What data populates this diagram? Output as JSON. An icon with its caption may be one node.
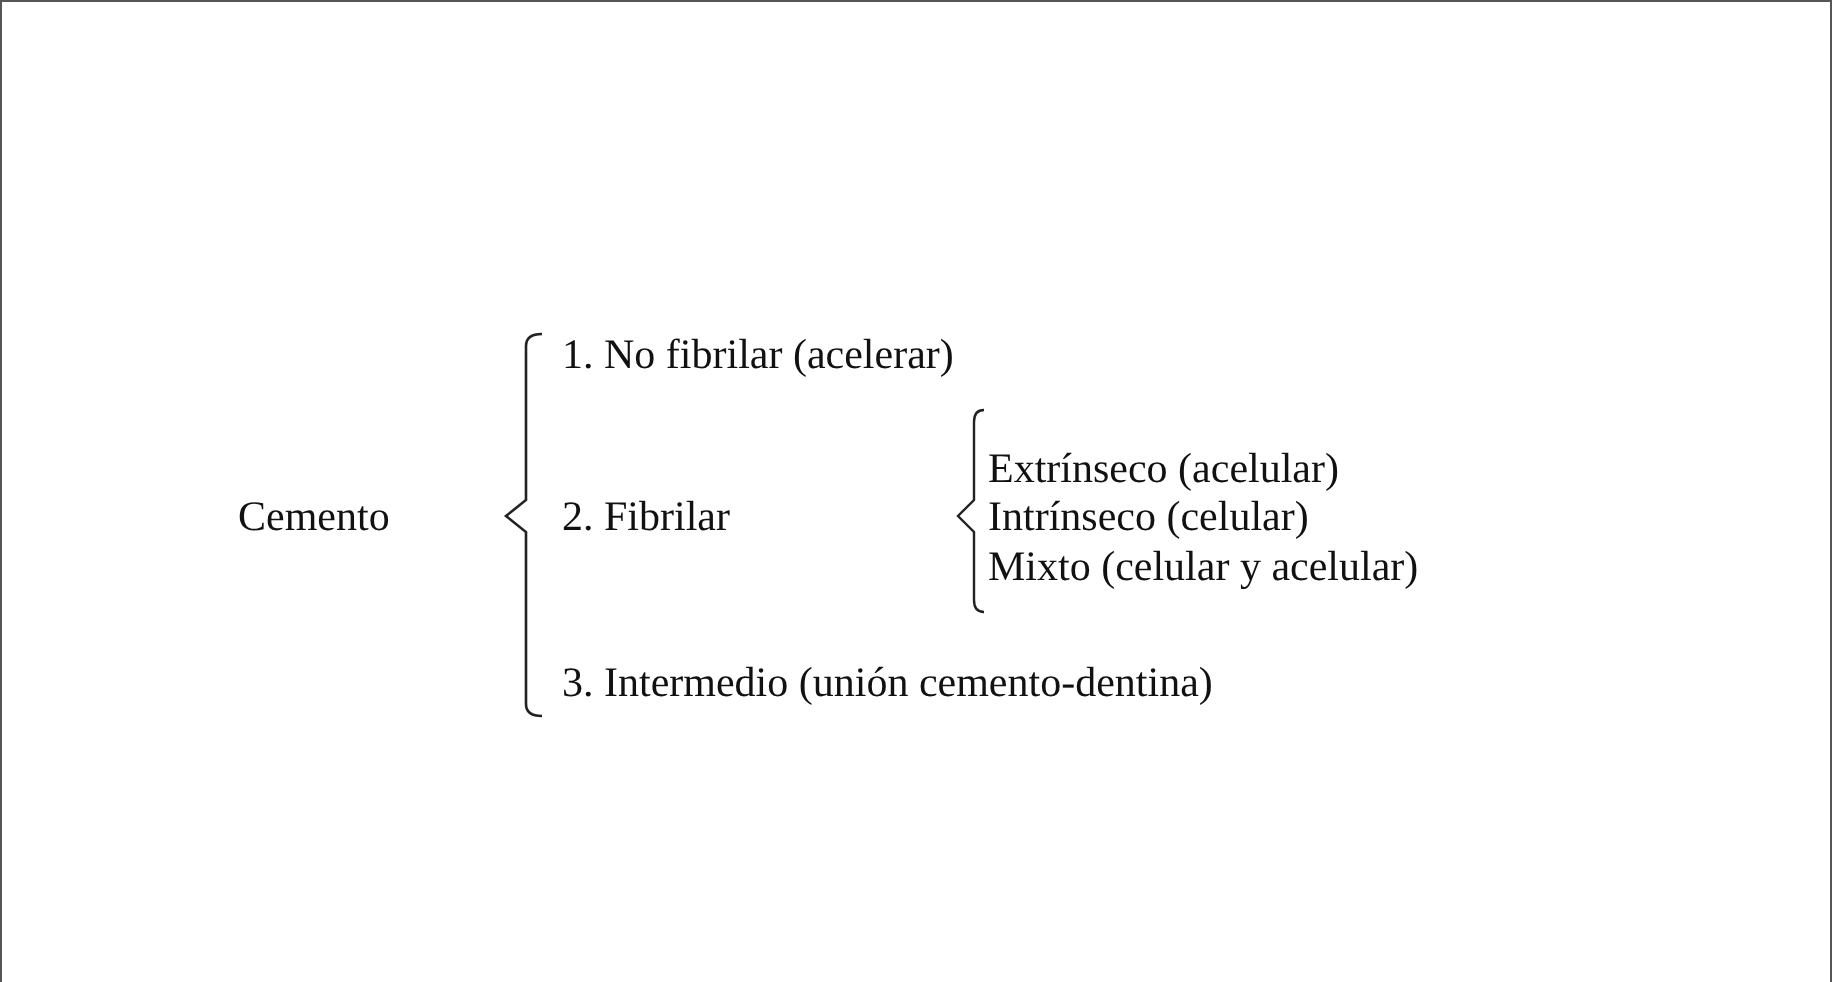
{
  "diagram": {
    "labels": [
      "Cemento",
      "1. No fibrilar (acelerar)",
      "2. Fibrilar",
      "Extrínseco (acelular)",
      "Intrínseco (celular)",
      "Mixto (celular y acelular)",
      "3. Intermedio (unión cemento-dentina)"
    ]
  }
}
